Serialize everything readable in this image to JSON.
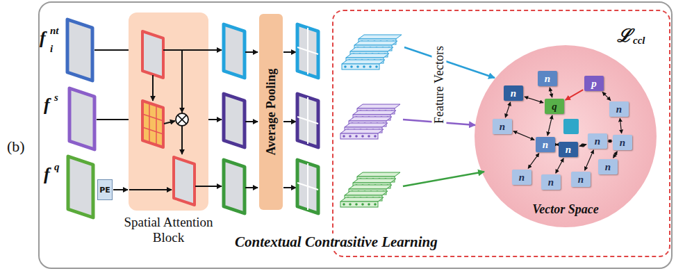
{
  "diagram": {
    "nodes": [
      {
        "text": [
          "PE"
        ]
      },
      {
        "text": [
          "Spatial Attention Block"
        ]
      },
      {
        "text": [
          "Average Pooling"
        ]
      },
      {
        "text": [
          "ℒ",
          "ccl"
        ]
      },
      {
        "text": [
          "Vector Space"
        ],
        "in": 3
      },
      {
        "text": [
          "n"
        ],
        "in": 4
      },
      {
        "text": [
          "n"
        ],
        "in": 4
      },
      {
        "text": [
          "p"
        ],
        "in": 4
      },
      {
        "text": [
          "q"
        ],
        "in": 4
      },
      {
        "text": [
          "n"
        ],
        "in": 4
      },
      {
        "text": [
          "n"
        ],
        "in": 4
      },
      {
        "text": [
          "n"
        ],
        "in": 4
      },
      {
        "text": [
          "n"
        ],
        "in": 4
      },
      {
        "text": [
          "n"
        ],
        "in": 4
      },
      {
        "text": [
          "n"
        ],
        "in": 4
      },
      {
        "text": [
          "n"
        ],
        "in": 4
      },
      {
        "text": [
          "n"
        ],
        "in": 4
      },
      {
        "text": [
          "n"
        ],
        "in": 4
      },
      {
        "text": [
          "n"
        ],
        "in": 4
      }
    ],
    "edges": [
      {
        "from": 0,
        "to": 1,
        "arrow": "to"
      },
      {
        "from": 7,
        "to": 8,
        "arrow": "to"
      },
      {
        "from": 5,
        "to": 8,
        "arrow": "both"
      },
      {
        "from": 6,
        "to": 8,
        "arrow": "both"
      },
      {
        "from": 5,
        "to": 9,
        "arrow": "both"
      },
      {
        "from": 7,
        "to": 10,
        "arrow": "both"
      },
      {
        "from": 8,
        "to": 11,
        "arrow": "both"
      },
      {
        "from": 9,
        "to": 11,
        "arrow": "both"
      },
      {
        "from": 11,
        "to": 12,
        "arrow": "both"
      },
      {
        "from": 12,
        "to": 13,
        "arrow": "both"
      },
      {
        "from": 13,
        "to": 14,
        "arrow": "both"
      },
      {
        "from": 10,
        "to": 14,
        "arrow": "both"
      },
      {
        "from": 11,
        "to": 15,
        "arrow": "both"
      },
      {
        "from": 12,
        "to": 16,
        "arrow": "both"
      },
      {
        "from": 13,
        "to": 17,
        "arrow": "both"
      },
      {
        "from": 14,
        "to": 18,
        "arrow": "both"
      }
    ],
    "labels": [
      "(b)",
      "f",
      "nt",
      "i",
      "f",
      "s",
      "f",
      "q",
      "Contextual Contrasitive Learning",
      "Feature Vectors"
    ]
  }
}
